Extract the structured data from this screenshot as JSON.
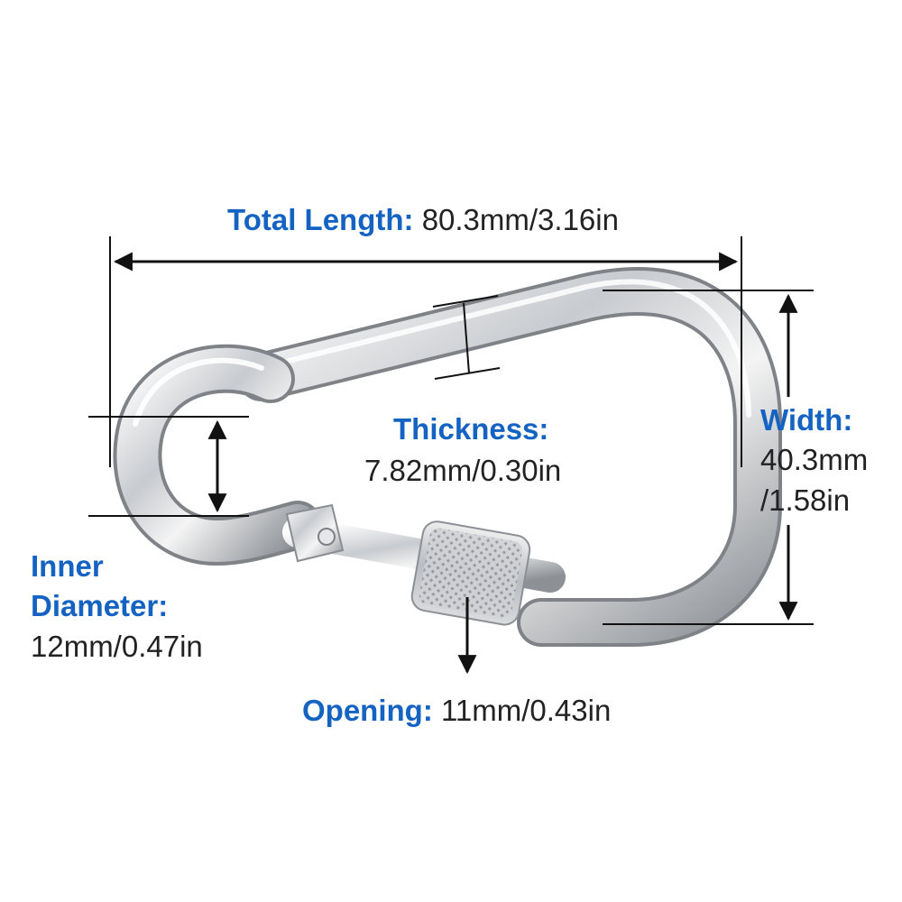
{
  "labels": {
    "total_length": {
      "key": "Total Length:",
      "value": "80.3mm/3.16in"
    },
    "thickness": {
      "key": "Thickness:",
      "value": "7.82mm/0.30in"
    },
    "width": {
      "key": "Width:",
      "value_line1": "40.3mm",
      "value_line2": "/1.58in"
    },
    "inner_diameter": {
      "key_line1": "Inner",
      "key_line2": "Diameter:",
      "value": "12mm/0.47in"
    },
    "opening": {
      "key": "Opening:",
      "value": "11mm/0.43in"
    }
  },
  "colors": {
    "label_key": "#1463c2",
    "label_value": "#222222",
    "dimension_line": "#111111",
    "metal": "#c9ccd0"
  }
}
